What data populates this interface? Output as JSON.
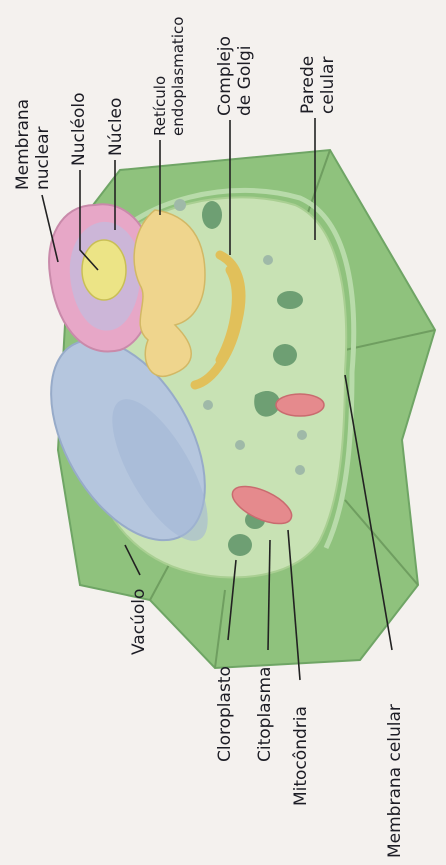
{
  "diagram": {
    "labels": {
      "membrana_nuclear": [
        "Membrana",
        "nuclear"
      ],
      "nucleolo": "Nucléolo",
      "nucleo": "Núcleo",
      "reticulo": [
        "Retículo",
        "endoplasmatico"
      ],
      "golgi": [
        "Complejo",
        "de Golgi"
      ],
      "pared": [
        "Parede",
        "celular"
      ],
      "vacuolo": "Vacúolo",
      "cloroplasto": "Cloroplasto",
      "citoplasma": "Citoplasma",
      "mitocondria": "Mitocôndria",
      "membrana_celular": "Membrana celular"
    },
    "colors": {
      "paper": "#f4f1ee",
      "cell_wall": "#8fc27d",
      "cytoplasm": "#c8e2b4",
      "vacuole": "#b5c6de",
      "nuclear_envelope": "#e7a7c7",
      "nucleus_inner": "#ccb6d8",
      "nucleolus": "#ece486",
      "er_golgi": "#efd58d",
      "mitochondria": "#e58a8d",
      "chloroplast": "#6e9f73"
    }
  }
}
